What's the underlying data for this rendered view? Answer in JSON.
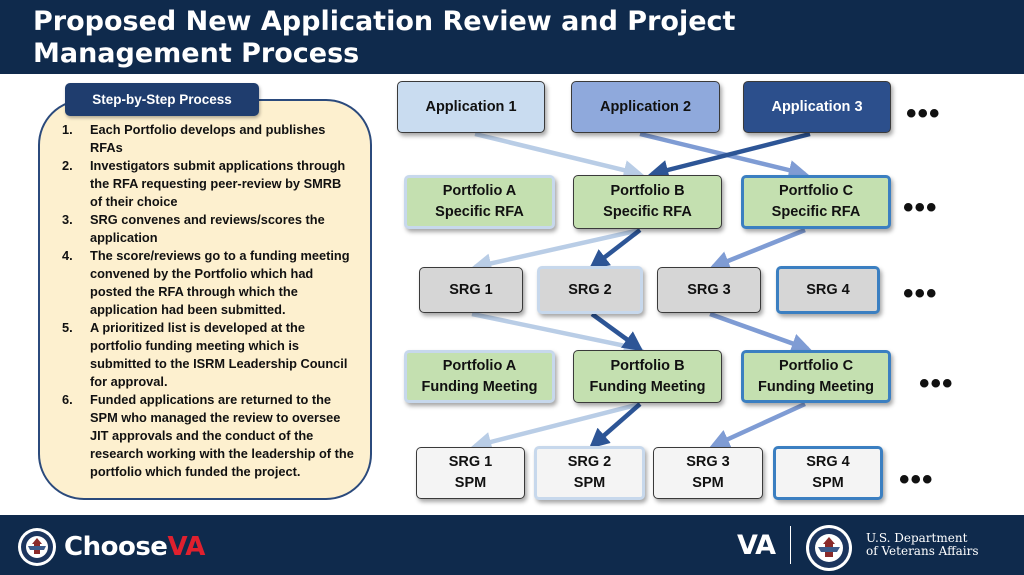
{
  "title": {
    "line1": "Proposed New Application Review and Project",
    "line2": "Management Process"
  },
  "steps": {
    "tab_label": "Step-by-Step Process",
    "items": [
      {
        "num": "1.",
        "text": "Each Portfolio develops and publishes RFAs"
      },
      {
        "num": "2.",
        "text": "Investigators submit applications through the RFA requesting peer-review by SMRB of their choice"
      },
      {
        "num": "3.",
        "text": "SRG convenes and reviews/scores the application"
      },
      {
        "num": "4.",
        "text": "The score/reviews go to a funding meeting convened by the Portfolio which had posted the RFA through which the application had been submitted."
      },
      {
        "num": "5.",
        "text": "A prioritized list is developed at the portfolio funding meeting which is submitted to the ISRM Leadership Council for approval."
      },
      {
        "num": "6.",
        "text": "Funded applications are returned to the SPM who managed the review to oversee JIT approvals and the conduct of the research working with the leadership of the portfolio which funded the project."
      }
    ]
  },
  "diagram": {
    "applications": [
      "Application 1",
      "Application 2",
      "Application 3"
    ],
    "rfas": [
      {
        "line1": "Portfolio A",
        "line2": "Specific RFA"
      },
      {
        "line1": "Portfolio B",
        "line2": "Specific RFA"
      },
      {
        "line1": "Portfolio C",
        "line2": "Specific RFA"
      }
    ],
    "srgs": [
      "SRG 1",
      "SRG 2",
      "SRG 3",
      "SRG 4"
    ],
    "funding": [
      {
        "line1": "Portfolio A",
        "line2": "Funding Meeting"
      },
      {
        "line1": "Portfolio B",
        "line2": "Funding Meeting"
      },
      {
        "line1": "Portfolio C",
        "line2": "Funding Meeting"
      }
    ],
    "spms": [
      {
        "line1": "SRG 1",
        "line2": "SPM"
      },
      {
        "line1": "SRG 2",
        "line2": "SPM"
      },
      {
        "line1": "SRG 3",
        "line2": "SPM"
      },
      {
        "line1": "SRG 4",
        "line2": "SPM"
      }
    ],
    "ellipsis": "•••"
  },
  "footer": {
    "logo_choose": "Choose",
    "logo_va_accent": "VA",
    "va_mark": "VA",
    "dept_line1": "U.S. Department",
    "dept_line2": "of Veterans Affairs"
  },
  "colors": {
    "header_bg": "#0f2a4c",
    "panel_bg": "#fdf0cf",
    "app_light": "#c9dcf0",
    "app_mid": "#8fa9dc",
    "app_dark": "#2c4f8c",
    "green": "#c4e0b0",
    "srg_gray": "#d6d6d6",
    "arrow_light": "#b9cde6",
    "arrow_mid": "#7f9cd4",
    "arrow_dark": "#2d5596",
    "accent_red": "#e0202e"
  }
}
